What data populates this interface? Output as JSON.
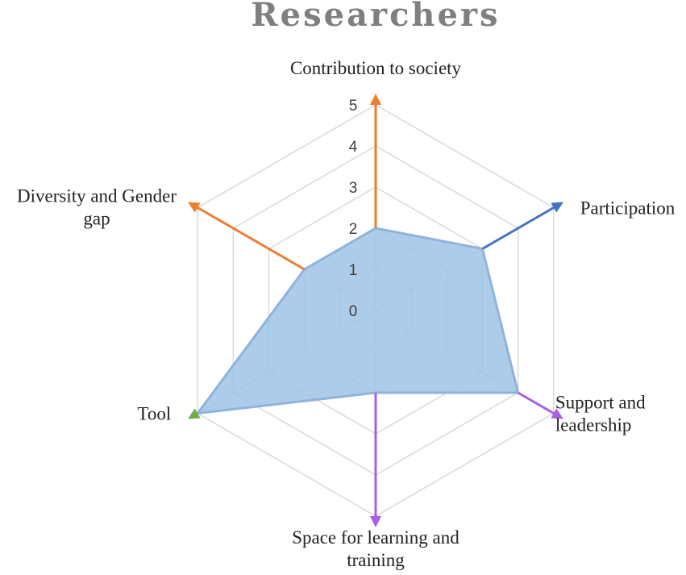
{
  "chart_data": {
    "type": "radar",
    "title": "Researchers",
    "axes": [
      {
        "label": [
          "Contribution to society"
        ],
        "value": 2,
        "arrow_color": "#ed7d31"
      },
      {
        "label": [
          "Participation"
        ],
        "value": 3,
        "arrow_color": "#4472c4"
      },
      {
        "label": [
          "Support and",
          "leadership"
        ],
        "value": 4,
        "arrow_color": "#a75fe6"
      },
      {
        "label": [
          "Space for learning and",
          "training"
        ],
        "value": 2,
        "arrow_color": "#a75fe6"
      },
      {
        "label": [
          "Tool"
        ],
        "value": 5,
        "arrow_color": "#70ad47"
      },
      {
        "label": [
          "Diversity and Gender",
          "gap"
        ],
        "value": 2,
        "arrow_color": "#ed7d31"
      }
    ],
    "ticks": [
      "0",
      "1",
      "2",
      "3",
      "4",
      "5"
    ],
    "range": [
      0,
      5
    ],
    "grid": true,
    "series_fill": "#9dc3e6",
    "series_stroke": "#8fb4dc"
  }
}
